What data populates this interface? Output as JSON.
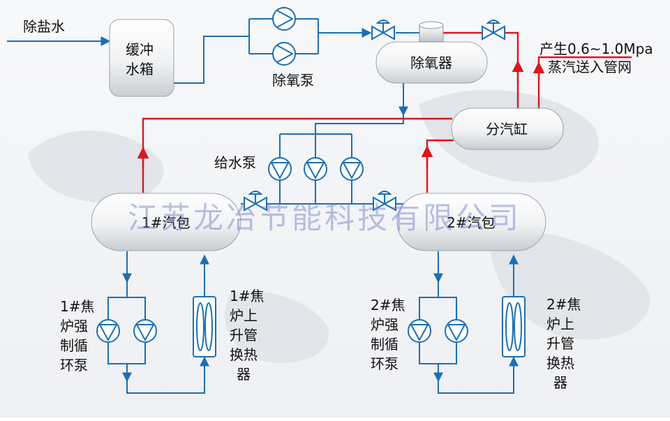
{
  "labels": {
    "demin_water": "除盐水",
    "buffer_tank_1": "缓冲",
    "buffer_tank_2": "水箱",
    "deaerator_pump": "除氧泵",
    "deaerator": "除氧器",
    "output_line_1": "产生0.6~1.0Mpa",
    "output_line_2": "蒸汽送入管网",
    "steam_header": "分汽缸",
    "feed_pump": "给水泵",
    "drum_1": "1#汽包",
    "drum_2": "2#汽包",
    "circ_pump_1": [
      "1#焦",
      "炉强",
      "制循",
      "环泵"
    ],
    "hx_1": [
      "1#焦",
      "炉上",
      "升管",
      "换热",
      "器"
    ],
    "circ_pump_2": [
      "2#焦",
      "炉强",
      "制循",
      "环泵"
    ],
    "hx_2": [
      "2#焦",
      "炉上",
      "升管",
      "换热",
      "器"
    ]
  },
  "watermark": "江苏龙冶节能科技有限公司",
  "colors": {
    "water_line": "#1b6fb3",
    "steam_line": "#e1141c",
    "watermark": "#6e78c8"
  }
}
